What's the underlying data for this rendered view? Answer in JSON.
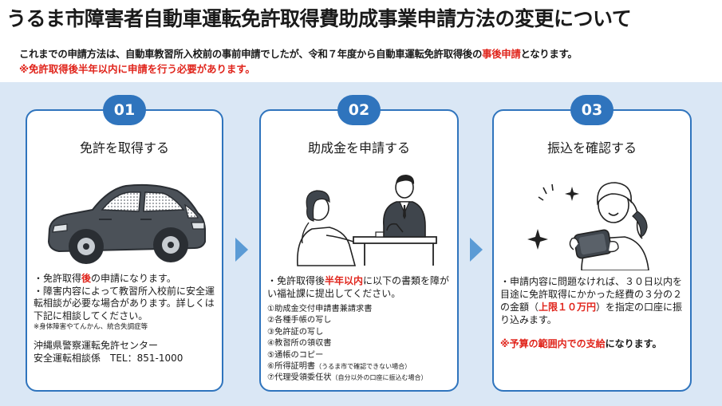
{
  "header": {
    "title": "うるま市障害者自動車運転免許取得費助成事業申請方法の変更について",
    "intro_before": "これまでの申請方法は、自動車教習所入校前の事前申請でしたが、令和７年度から自動車運転免許取得後の",
    "intro_highlight": "事後申請",
    "intro_after": "となります。",
    "note": "※免許取得後半年以内に申請を行う必要があります。"
  },
  "steps": [
    {
      "number": "01",
      "title": "免許を取得する",
      "line1_before": "・免許取得",
      "line1_highlight": "後",
      "line1_after": "の申請になります。",
      "line2": "・障害内容によって教習所入校前に安全運転相談が必要な場合があります。詳しくは下記に相談してください。",
      "footnote": "※身体障害やてんかん、統合失調症等",
      "contact_org": "沖縄県警察運転免許センター",
      "contact_dept": "安全運転相談係　TEL：851-1000"
    },
    {
      "number": "02",
      "title": "助成金を申請する",
      "line1_before": "・免許取得後",
      "line1_highlight": "半年以内",
      "line1_after": "に以下の書類を障がい福祉課に提出してください。",
      "documents": [
        {
          "text": "①助成金交付申請書兼請求書",
          "note": ""
        },
        {
          "text": "②各種手帳の写し",
          "note": ""
        },
        {
          "text": "③免許証の写し",
          "note": ""
        },
        {
          "text": "④教習所の領収書",
          "note": ""
        },
        {
          "text": "⑤通帳のコピー",
          "note": ""
        },
        {
          "text": "⑥所得証明書",
          "note": "（うるま市で確認できない場合）"
        },
        {
          "text": "⑦代理受領委任状",
          "note": "（自分以外の口座に振込む場合）"
        }
      ]
    },
    {
      "number": "03",
      "title": "振込を確認する",
      "line1_before": "・申請内容に問題なければ、３０日以内を目途に免許取得にかかった経費の３分の２の金額（",
      "line1_highlight": "上限１０万円",
      "line1_after": "）を指定の口座に振り込みます。",
      "budget_highlight": "※予算の範囲内での支給",
      "budget_after": "になります。"
    }
  ],
  "colors": {
    "accent": "#2f74bd",
    "panel": "#dae7f5",
    "highlight": "#e0241b",
    "arrow": "#5b9bd5"
  },
  "icons": {
    "step1": "car-illustration",
    "step2": "consultation-illustration",
    "step3": "phone-check-illustration",
    "arrow": "chevron-right-icon"
  }
}
